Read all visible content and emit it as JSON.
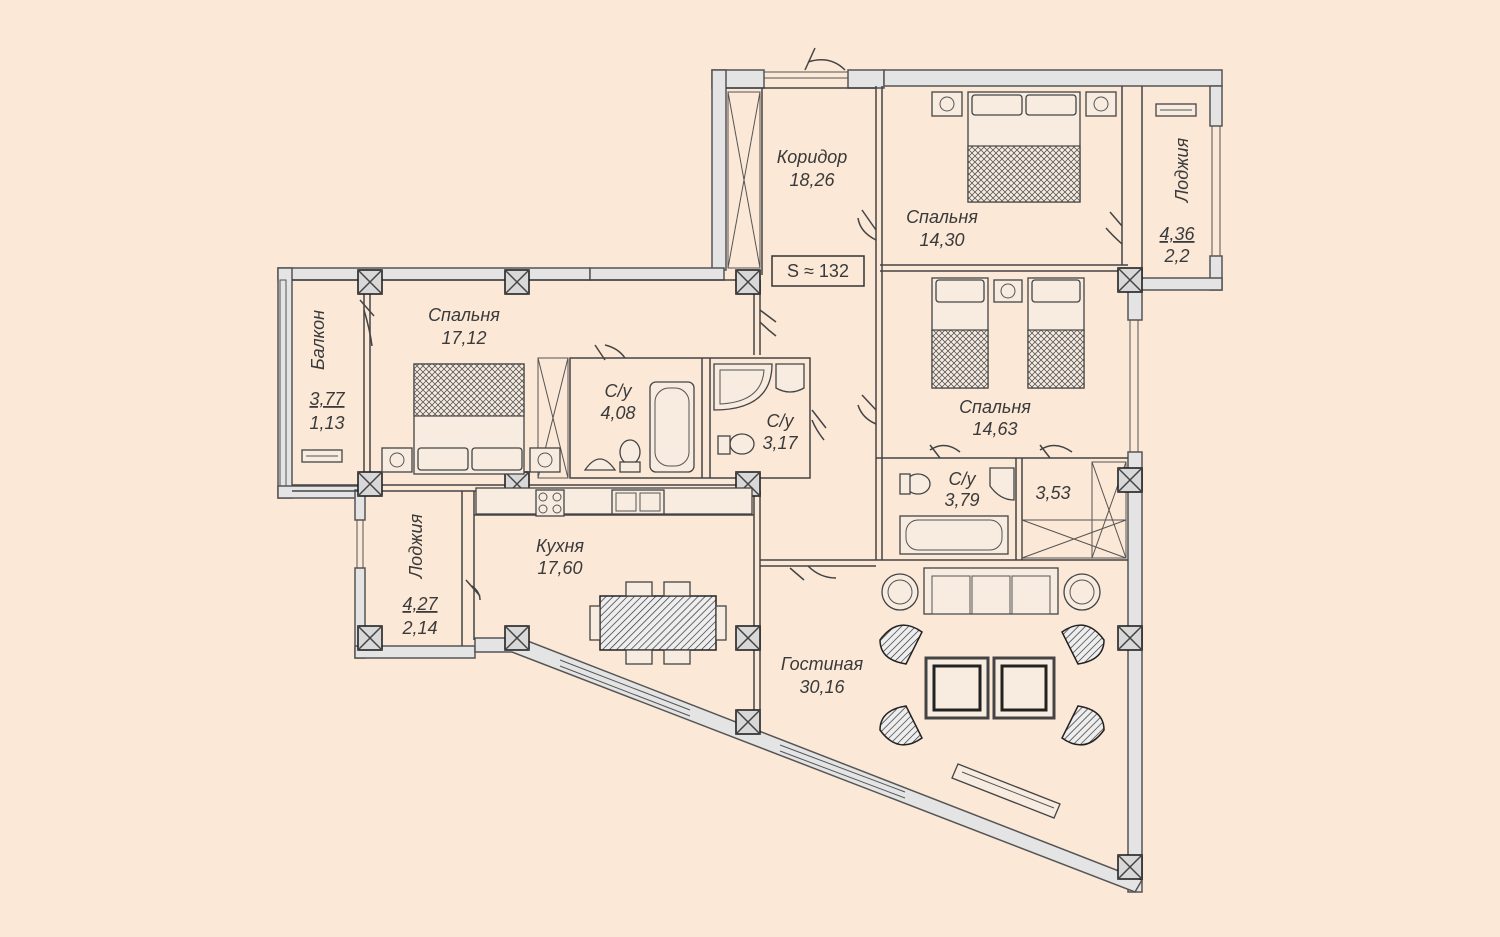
{
  "plan": {
    "total_area_label": "S ≈ 132",
    "rooms": [
      {
        "id": "corridor",
        "name": "Коридор",
        "area": "18,26"
      },
      {
        "id": "bedroom-ne",
        "name": "Спальня",
        "area": "14,30"
      },
      {
        "id": "loggia-ne",
        "name": "Лоджия",
        "area": "4,36",
        "sub": "2,2"
      },
      {
        "id": "bedroom-w",
        "name": "Спальня",
        "area": "17,12"
      },
      {
        "id": "balcony",
        "name": "Балкон",
        "area": "3,77",
        "sub": "1,13"
      },
      {
        "id": "bath-1",
        "name": "С/у",
        "area": "4,08"
      },
      {
        "id": "bath-2",
        "name": "С/у",
        "area": "3,17"
      },
      {
        "id": "bedroom-e",
        "name": "Спальня",
        "area": "14,63"
      },
      {
        "id": "bath-3",
        "name": "С/у",
        "area": "3,79"
      },
      {
        "id": "storage",
        "name": "",
        "area": "3,53"
      },
      {
        "id": "loggia-sw",
        "name": "Лоджия",
        "area": "4,27",
        "sub": "2,14"
      },
      {
        "id": "kitchen",
        "name": "Кухня",
        "area": "17,60"
      },
      {
        "id": "living",
        "name": "Гостиная",
        "area": "30,16"
      }
    ]
  },
  "colors": {
    "background": "#fbe8d7",
    "wall": "#e4e4e4",
    "line": "#444444"
  }
}
